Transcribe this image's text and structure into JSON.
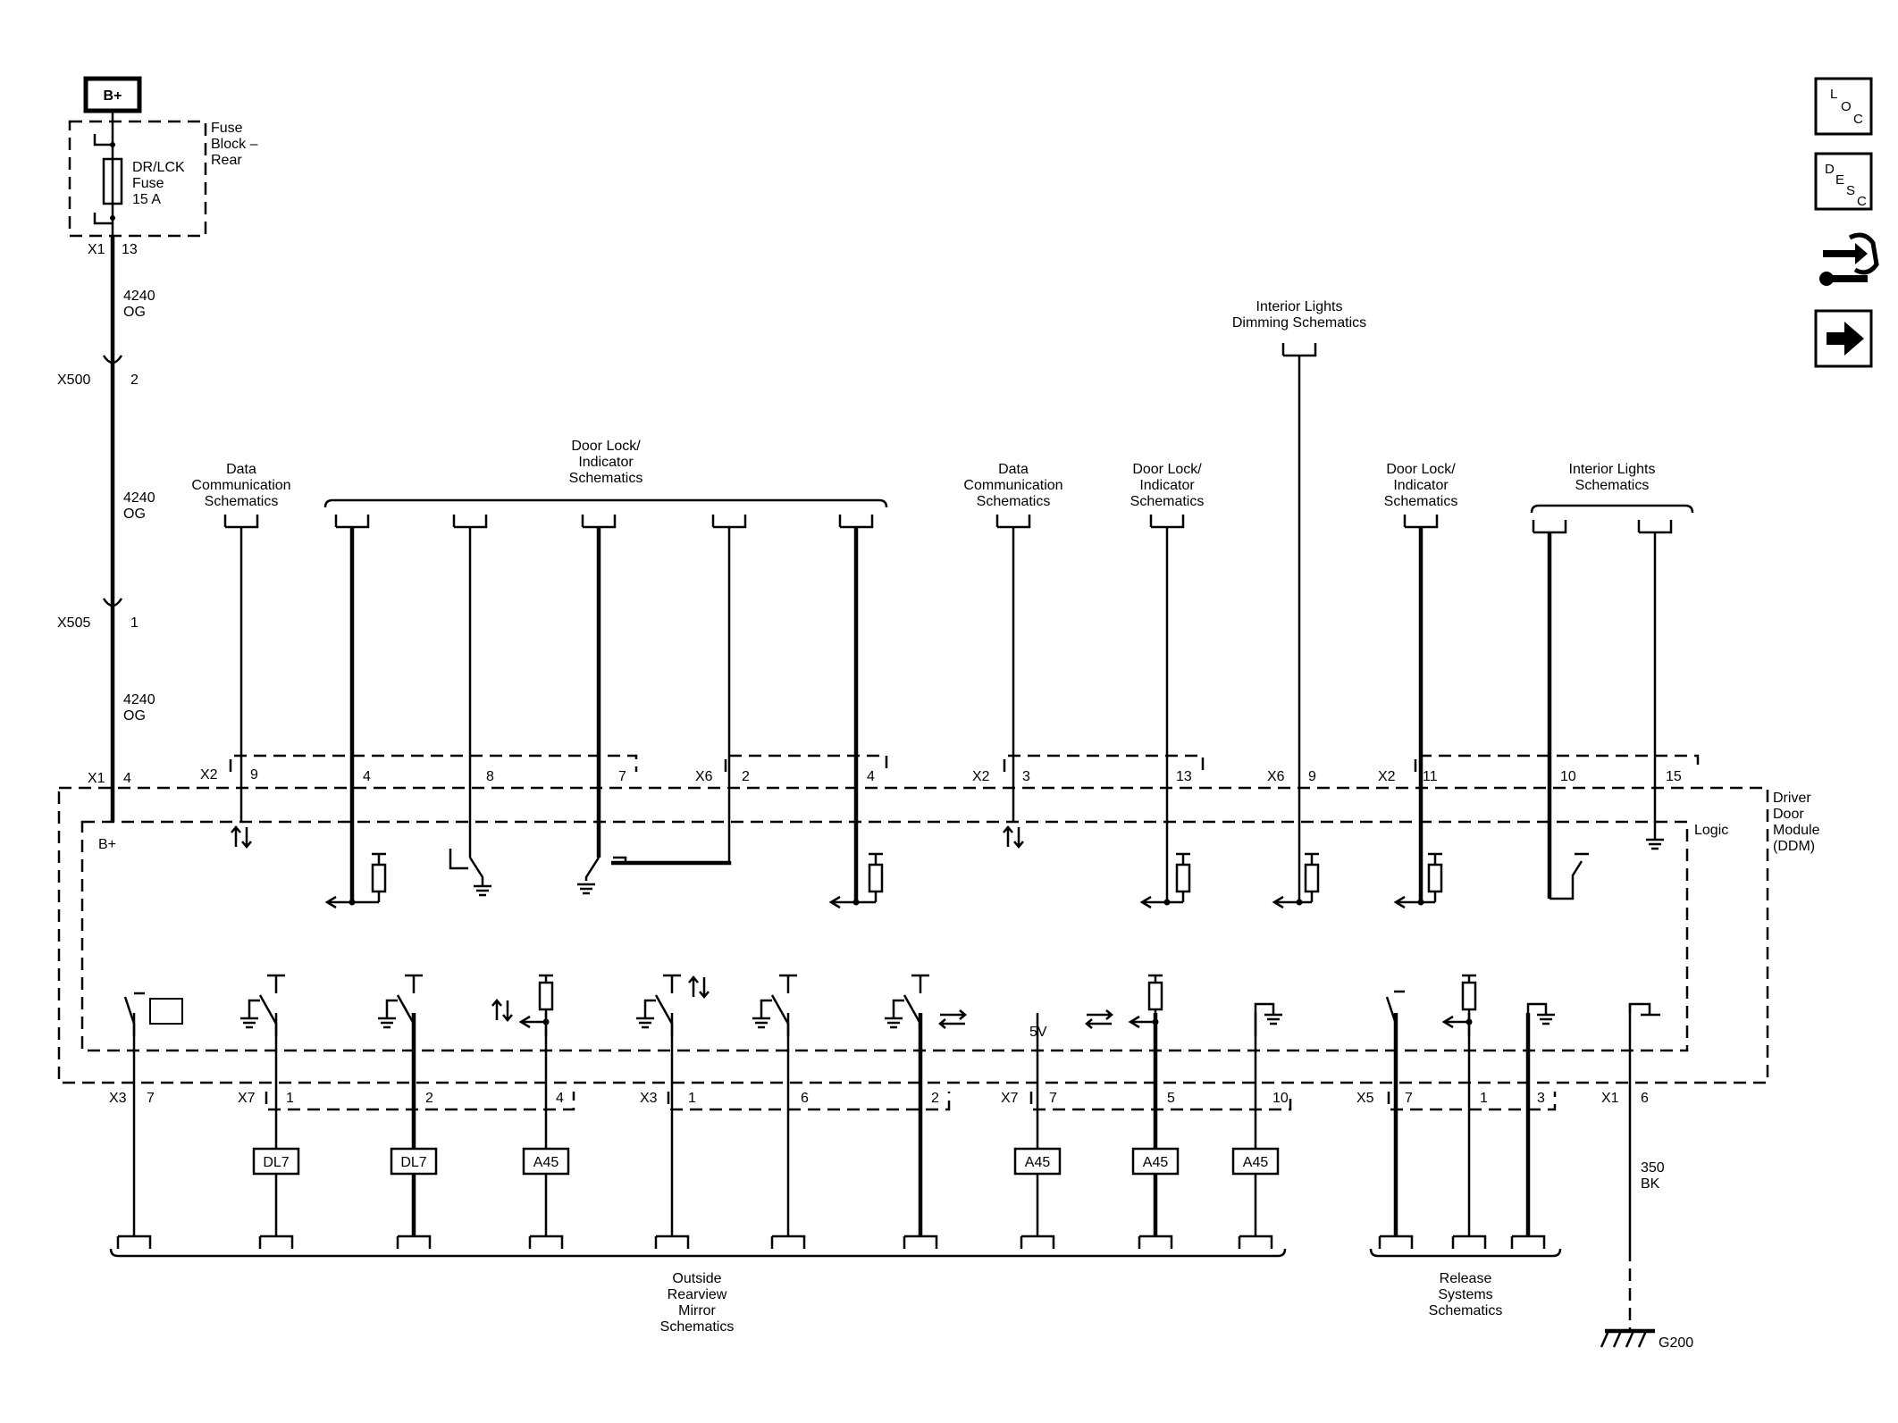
{
  "power": {
    "source": "B+"
  },
  "fuse_block": {
    "name_lines": [
      "Fuse",
      "Block –",
      "Rear"
    ],
    "fuse_lines": [
      "DR/LCK",
      "Fuse",
      "15 A"
    ],
    "connector": "X1",
    "pin": "13"
  },
  "feed_wire": {
    "segments": [
      {
        "circuit": "4240",
        "color": "OG"
      },
      {
        "circuit": "4240",
        "color": "OG"
      },
      {
        "circuit": "4240",
        "color": "OG"
      }
    ],
    "inline_connectors": [
      {
        "name": "X500",
        "pin": "2"
      },
      {
        "name": "X505",
        "pin": "1"
      }
    ]
  },
  "top_refs": {
    "data_comm_1": [
      "Data",
      "Communication",
      "Schematics"
    ],
    "door_lock_1": [
      "Door Lock/",
      "Indicator",
      "Schematics"
    ],
    "data_comm_2": [
      "Data",
      "Communication",
      "Schematics"
    ],
    "door_lock_2": [
      "Door Lock/",
      "Indicator",
      "Schematics"
    ],
    "interior_dim": [
      "Interior Lights",
      "Dimming Schematics"
    ],
    "door_lock_3": [
      "Door Lock/",
      "Indicator",
      "Schematics"
    ],
    "interior_lights": [
      "Interior Lights",
      "Schematics"
    ]
  },
  "top_pins": {
    "x1": "X1",
    "x1_pin": "4",
    "x2a": "X2",
    "x2a_pins": [
      "9",
      "4",
      "8",
      "7"
    ],
    "x6a": "X6",
    "x6a_pins": [
      "2",
      "4"
    ],
    "x2b": "X2",
    "x2b_pins": [
      "3",
      "13"
    ],
    "x6b": "X6",
    "x6b_pin": "9",
    "x2c": "X2",
    "x2c_pins": [
      "11",
      "10",
      "15"
    ]
  },
  "module": {
    "name_lines": [
      "Driver",
      "Door",
      "Module",
      "(DDM)"
    ],
    "logic": "Logic",
    "bplus": "B+",
    "five_v": "5V"
  },
  "bottom_pins": {
    "x3a": "X3",
    "x3a_pin": "7",
    "x7a": "X7",
    "x7a_pins": [
      "1",
      "2",
      "4"
    ],
    "x3b": "X3",
    "x3b_pins": [
      "1",
      "6",
      "2"
    ],
    "x7b": "X7",
    "x7b_pins": [
      "7",
      "5",
      "10"
    ],
    "x5": "X5",
    "x5_pins": [
      "7",
      "1",
      "3"
    ],
    "x1b": "X1",
    "x1b_pin": "6"
  },
  "inline_refs": [
    "DL7",
    "DL7",
    "A45",
    "A45",
    "A45",
    "A45"
  ],
  "bottom_refs": {
    "mirror": [
      "Outside",
      "Rearview",
      "Mirror",
      "Schematics"
    ],
    "release": [
      "Release",
      "Systems",
      "Schematics"
    ]
  },
  "ground": {
    "circuit": "350",
    "color": "BK",
    "name": "G200"
  },
  "side_buttons": {
    "loc": {
      "l1": "L",
      "l2": "O",
      "l3": "C",
      "icon": "location-icon"
    },
    "desc": {
      "l1": "D",
      "l2": "E",
      "l3": "S",
      "l4": "C",
      "icon": "description-icon"
    },
    "tools": {
      "icon": "connector-tools-icon"
    },
    "next": {
      "icon": "arrow-right-icon"
    }
  }
}
